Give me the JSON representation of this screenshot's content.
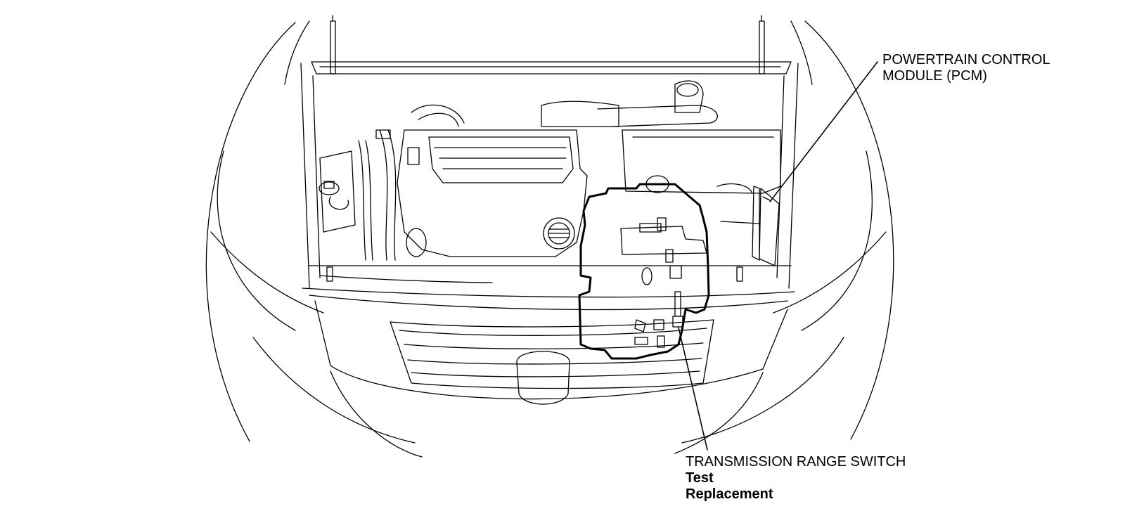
{
  "callouts": {
    "pcm": {
      "line1": "POWERTRAIN CONTROL",
      "line2": "MODULE (PCM)"
    },
    "trs": {
      "title": "TRANSMISSION RANGE SWITCH",
      "link1": "Test",
      "link2": "Replacement"
    }
  },
  "colors": {
    "line": "#000000",
    "background": "#ffffff"
  }
}
